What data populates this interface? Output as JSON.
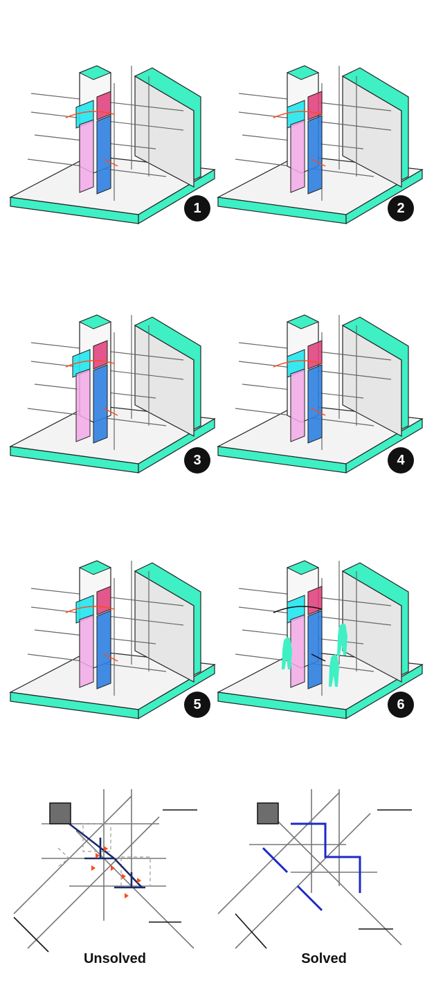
{
  "steps": [
    {
      "label": "1"
    },
    {
      "label": "2"
    },
    {
      "label": "3"
    },
    {
      "label": "4"
    },
    {
      "label": "5"
    },
    {
      "label": "6"
    }
  ],
  "plans": {
    "unsolved_label": "Unsolved",
    "solved_label": "Solved"
  },
  "colors": {
    "base_edge": "#3ef0c4",
    "floor": "#f3f3f3",
    "wall": "#e6e6e6",
    "cyan_panel": "#22e6ee",
    "magenta_panel": "#e0457f",
    "pink_panel": "#f2a8e8",
    "blue_panel": "#2f7fe0",
    "arrow_orange": "#ff4a1a",
    "figure_teal": "#3ef0c4",
    "plan_blue": "#1d28c8",
    "plan_navy": "#1a2a6a",
    "column_grey": "#6d6d6d"
  }
}
